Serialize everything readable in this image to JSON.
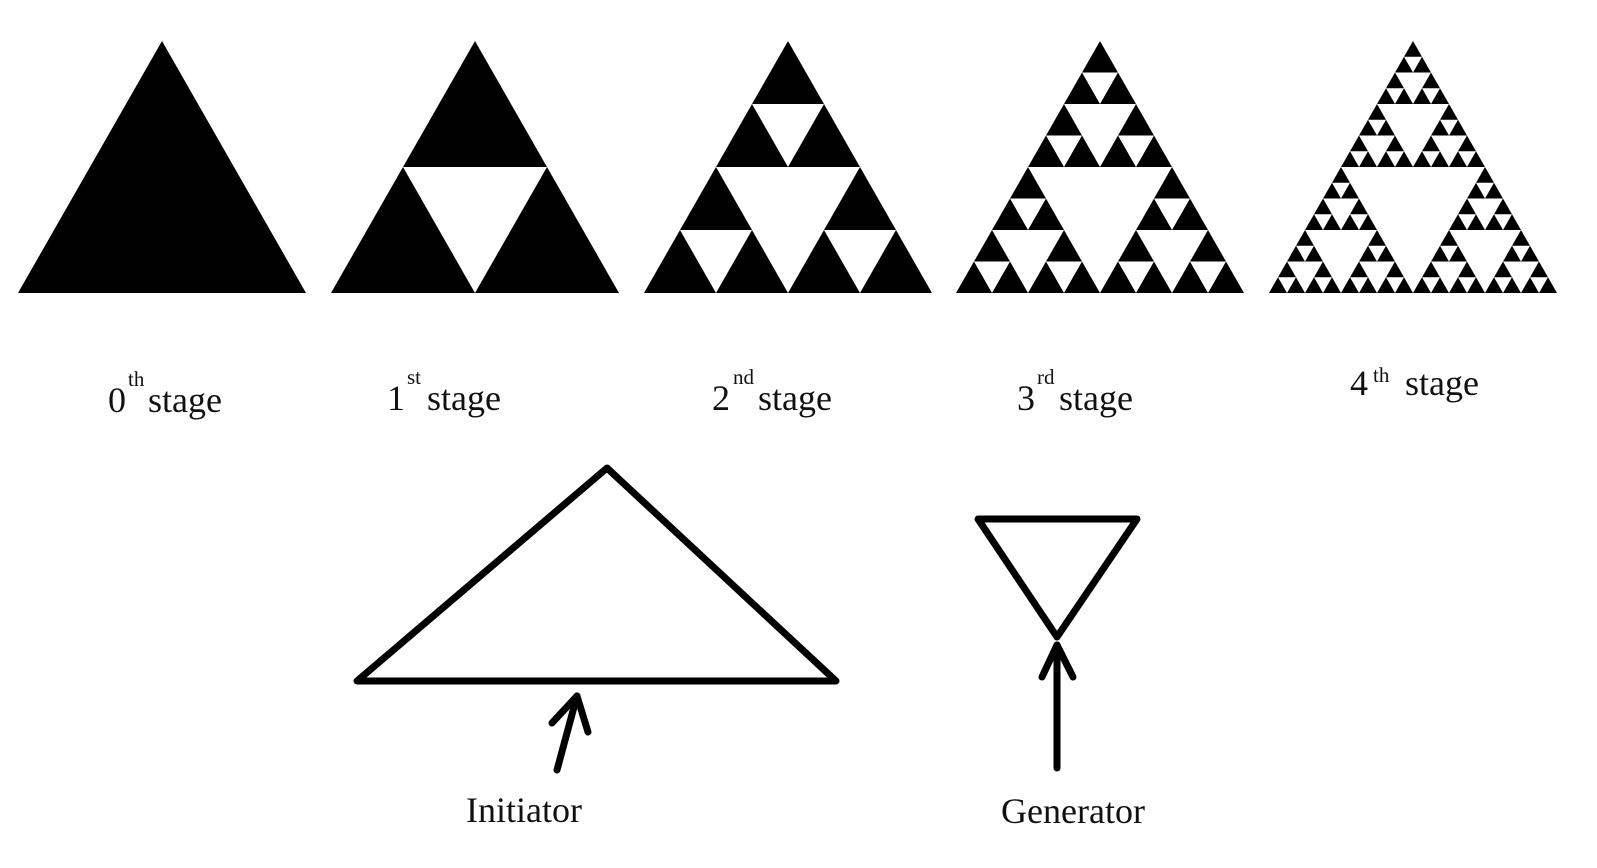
{
  "stages": [
    {
      "number": "0",
      "suffix": "th",
      "word": "stage",
      "depth": 0
    },
    {
      "number": "1",
      "suffix": "st",
      "word": "stage",
      "depth": 1
    },
    {
      "number": "2",
      "suffix": "nd",
      "word": "stage",
      "depth": 2
    },
    {
      "number": "3",
      "suffix": "rd",
      "word": "stage",
      "depth": 3
    },
    {
      "number": "4",
      "suffix": "th",
      "word": "stage",
      "depth": 4
    }
  ],
  "initiator": {
    "label": "Initiator"
  },
  "generator": {
    "label": "Generator"
  },
  "colors": {
    "fill": "#000000",
    "background": "#ffffff",
    "stroke": "#000000"
  }
}
